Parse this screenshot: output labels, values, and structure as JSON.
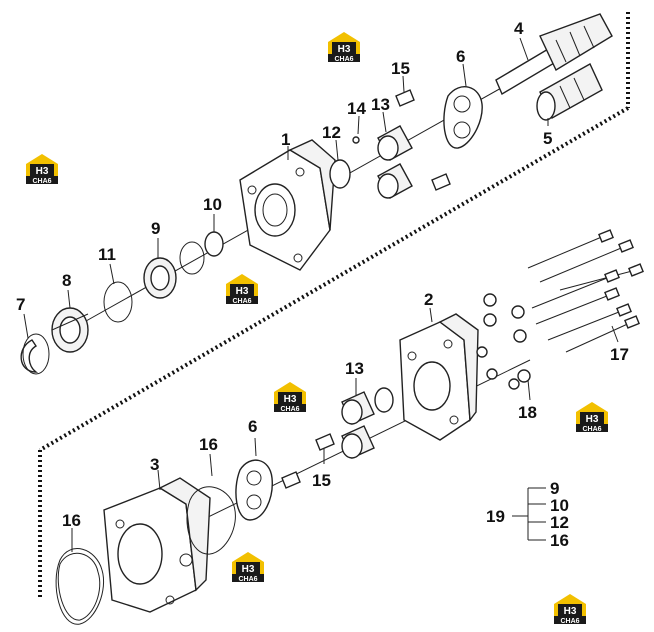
{
  "callouts": {
    "p1": "1",
    "p2": "2",
    "p3": "3",
    "p4": "4",
    "p5": "5",
    "p6a": "6",
    "p6b": "6",
    "p7": "7",
    "p8": "8",
    "p9": "9",
    "p10": "10",
    "p11": "11",
    "p12": "12",
    "p13a": "13",
    "p13b": "13",
    "p14": "14",
    "p15a": "15",
    "p15b": "15",
    "p16a": "16",
    "p16b": "16",
    "p17": "17",
    "p18": "18"
  },
  "kit": {
    "label": "19",
    "items": [
      "9",
      "10",
      "12",
      "16"
    ]
  },
  "logo": {
    "top_text": "H3",
    "bottom_text": "CHA6",
    "color_yellow": "#f2c000",
    "color_dark": "#1a1a1a"
  }
}
